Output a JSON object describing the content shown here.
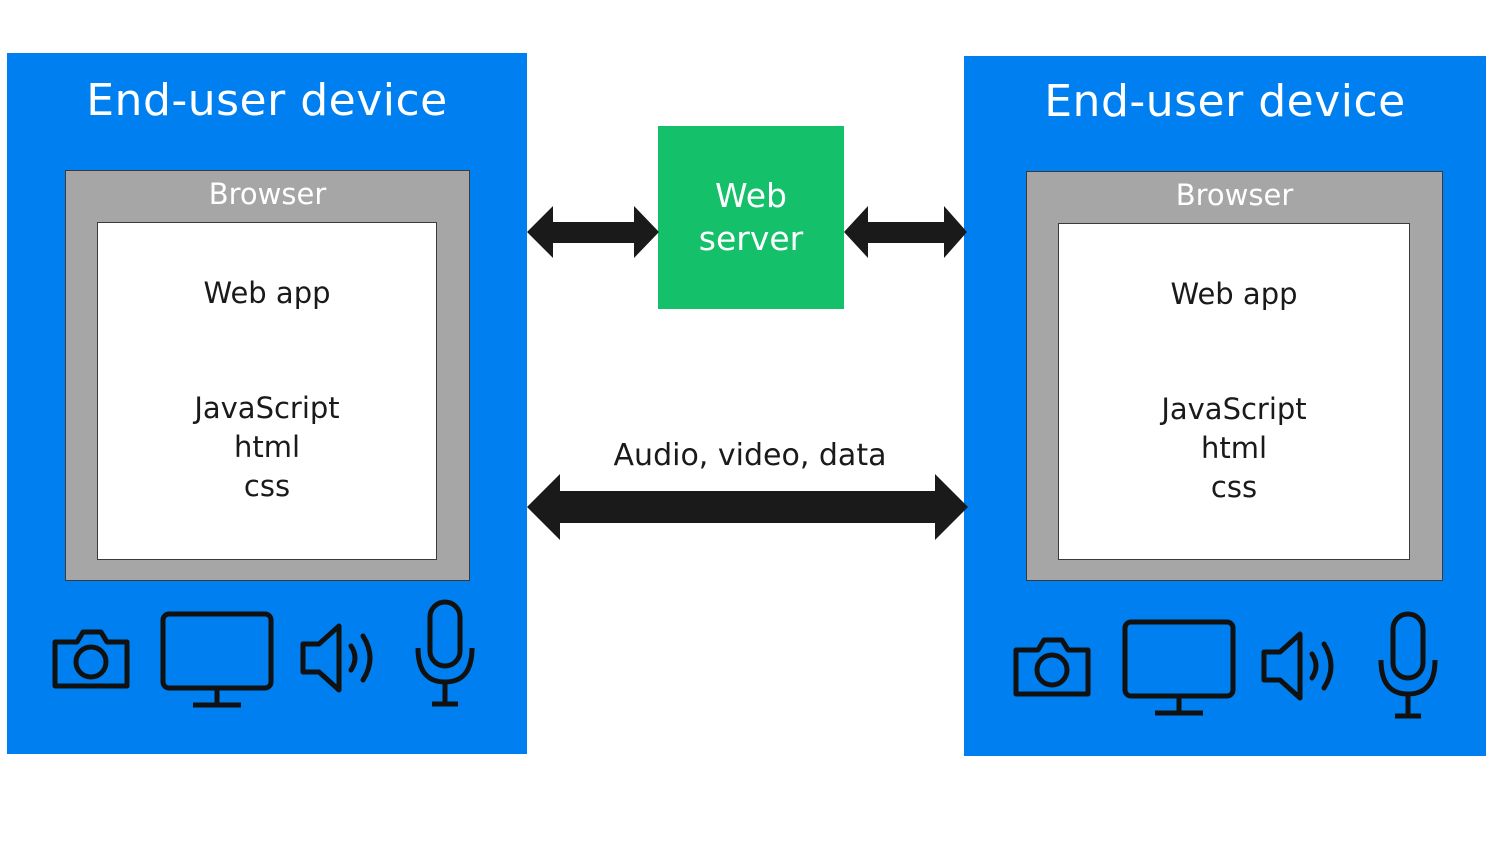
{
  "devices": [
    {
      "title": "End-user device",
      "browser": {
        "label": "Browser",
        "app": {
          "title": "Web app",
          "tech": [
            "JavaScript",
            "html",
            "css"
          ]
        }
      },
      "hardware": [
        "camera-icon",
        "monitor-icon",
        "speaker-icon",
        "microphone-icon"
      ]
    },
    {
      "title": "End-user device",
      "browser": {
        "label": "Browser",
        "app": {
          "title": "Web app",
          "tech": [
            "JavaScript",
            "html",
            "css"
          ]
        }
      },
      "hardware": [
        "camera-icon",
        "monitor-icon",
        "speaker-icon",
        "microphone-icon"
      ]
    }
  ],
  "server": {
    "line1": "Web",
    "line2": "server"
  },
  "media_link": {
    "label": "Audio, video, data"
  },
  "colors": {
    "device": "#0080f0",
    "server": "#14c06a",
    "browser": "#a6a6a6",
    "arrow": "#1a1a1a"
  }
}
